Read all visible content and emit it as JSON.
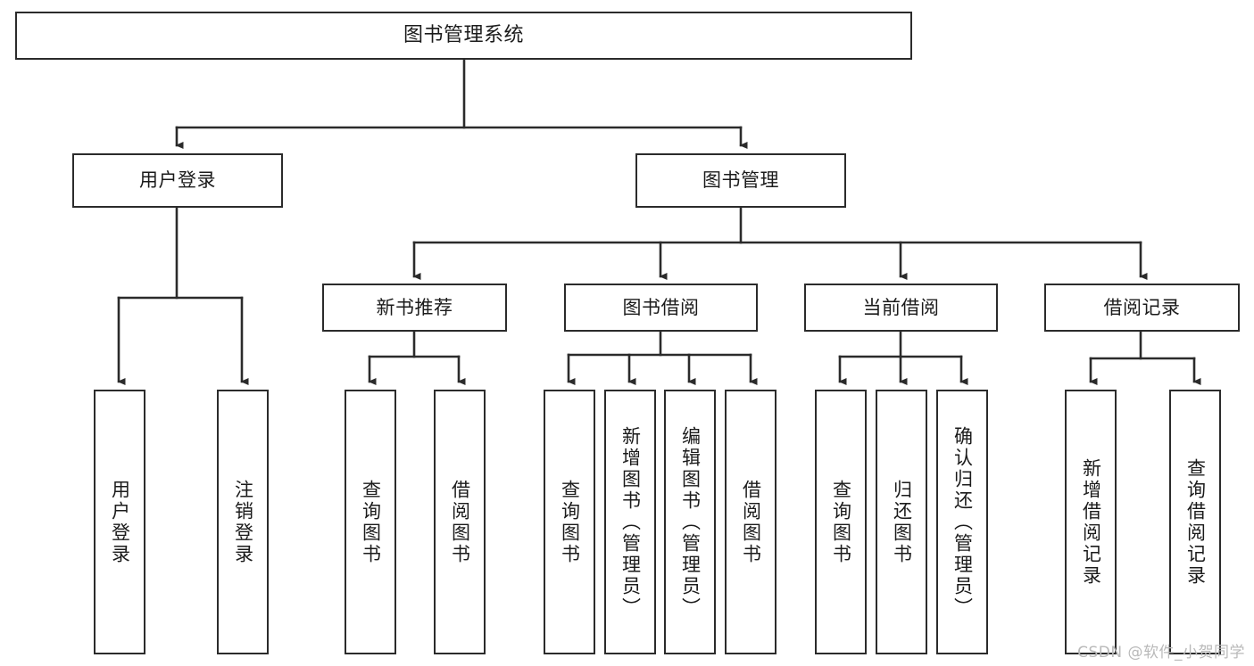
{
  "diagram": {
    "title": "图书管理系统",
    "type": "tree",
    "colors": {
      "box_border": "#2b2b2b",
      "box_fill": "#ffffff",
      "edge": "#2b2b2b",
      "text": "#1b1b1b",
      "watermark": "#b9b9b9",
      "background": "#ffffff"
    },
    "root": {
      "label": "图书管理系统"
    },
    "level1": [
      {
        "label": "用户登录"
      },
      {
        "label": "图书管理"
      }
    ],
    "level2": [
      {
        "label": "新书推荐"
      },
      {
        "label": "图书借阅"
      },
      {
        "label": "当前借阅"
      },
      {
        "label": "借阅记录"
      }
    ],
    "leaves": {
      "user_login": [
        {
          "label": "用户登录"
        },
        {
          "label": "注销登录"
        }
      ],
      "new_book_recommend": [
        {
          "label": "查询图书"
        },
        {
          "label": "借阅图书"
        }
      ],
      "book_borrow": [
        {
          "label": "查询图书"
        },
        {
          "label": "新增图书（管理员）"
        },
        {
          "label": "编辑图书（管理员）"
        },
        {
          "label": "借阅图书"
        }
      ],
      "current_borrow": [
        {
          "label": "查询图书"
        },
        {
          "label": "归还图书"
        },
        {
          "label": "确认归还（管理员）"
        }
      ],
      "borrow_record": [
        {
          "label": "新增借阅记录"
        },
        {
          "label": "查询借阅记录"
        }
      ]
    }
  },
  "watermark": {
    "text": "CSDN @软件_小贺同学"
  }
}
